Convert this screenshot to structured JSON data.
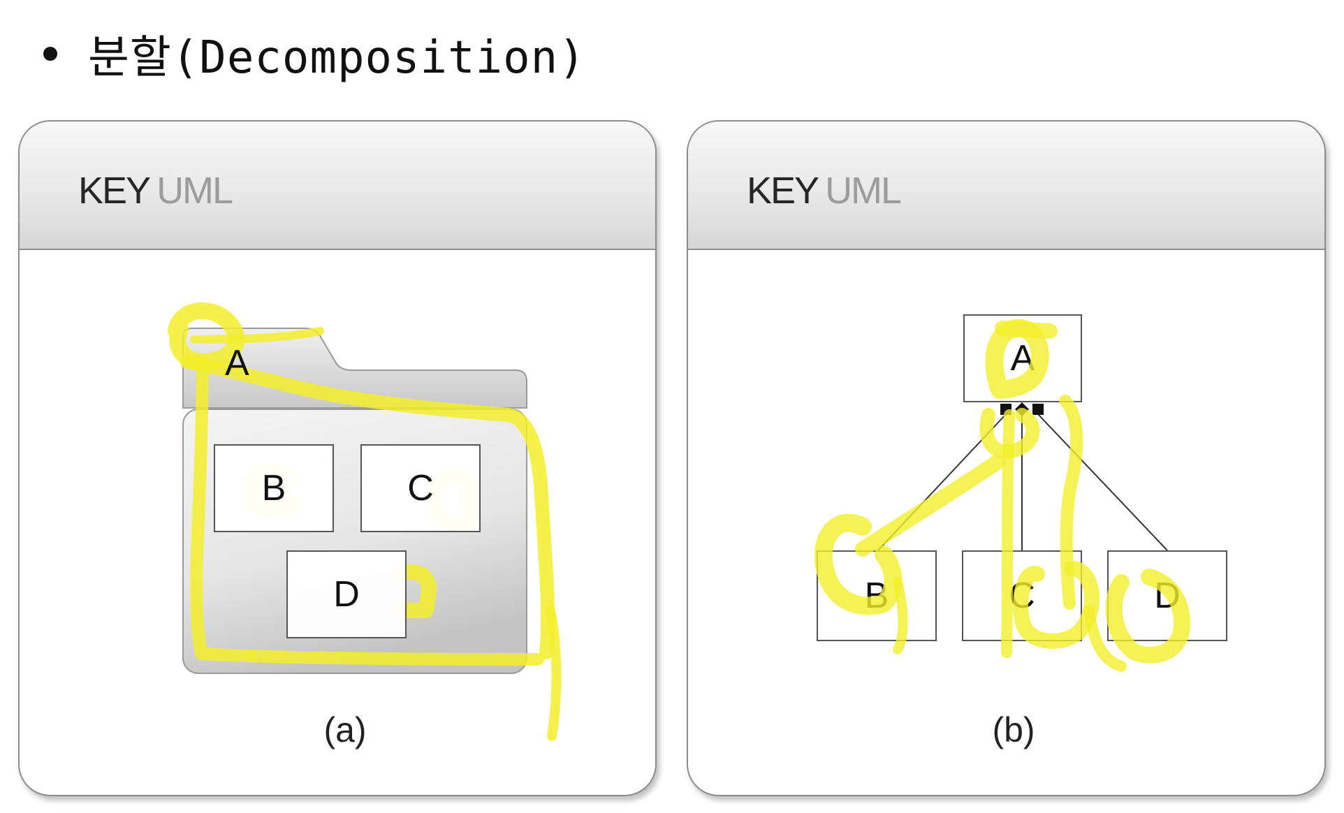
{
  "heading": {
    "text": "분할(Decomposition)"
  },
  "panels": [
    {
      "key_word": "KEY",
      "key_sub": "UML",
      "caption": "(a)",
      "container_label": "A",
      "children": [
        "B",
        "C",
        "D"
      ]
    },
    {
      "key_word": "KEY",
      "key_sub": "UML",
      "caption": "(b)",
      "parent_label": "A",
      "children": [
        "B",
        "C",
        "D"
      ]
    }
  ],
  "colors": {
    "highlighter": "#f3ef2a",
    "border": "#8c8c8c",
    "text": "#111111"
  }
}
